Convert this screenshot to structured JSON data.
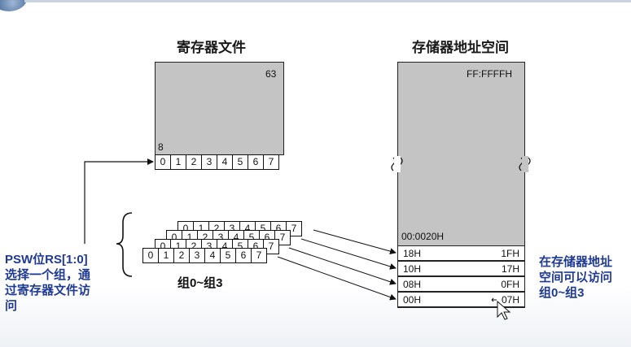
{
  "titles": {
    "register_file": "寄存器文件",
    "memory_space": "存储器地址空间"
  },
  "register_file": {
    "top_label": "63",
    "bottom_label": "8",
    "cells": [
      "0",
      "1",
      "2",
      "3",
      "4",
      "5",
      "6",
      "7"
    ]
  },
  "banks": {
    "cells": [
      "0",
      "1",
      "2",
      "3",
      "4",
      "5",
      "6",
      "7"
    ],
    "caption": "组0~组3"
  },
  "memory": {
    "top_label": "FF:FFFFH",
    "bottom_label": "00:0020H",
    "rows": [
      {
        "lo": "18H",
        "hi": "1FH"
      },
      {
        "lo": "10H",
        "hi": "17H"
      },
      {
        "lo": "08H",
        "hi": "0FH"
      },
      {
        "lo": "00H",
        "hi": "07H"
      }
    ]
  },
  "left_note": [
    "PSW位RS[1:0]",
    "选择一个组，通",
    "过寄存器文件访",
    "问"
  ],
  "right_note": [
    "在存储器地址",
    "空间可以访问",
    "组0~组3"
  ]
}
